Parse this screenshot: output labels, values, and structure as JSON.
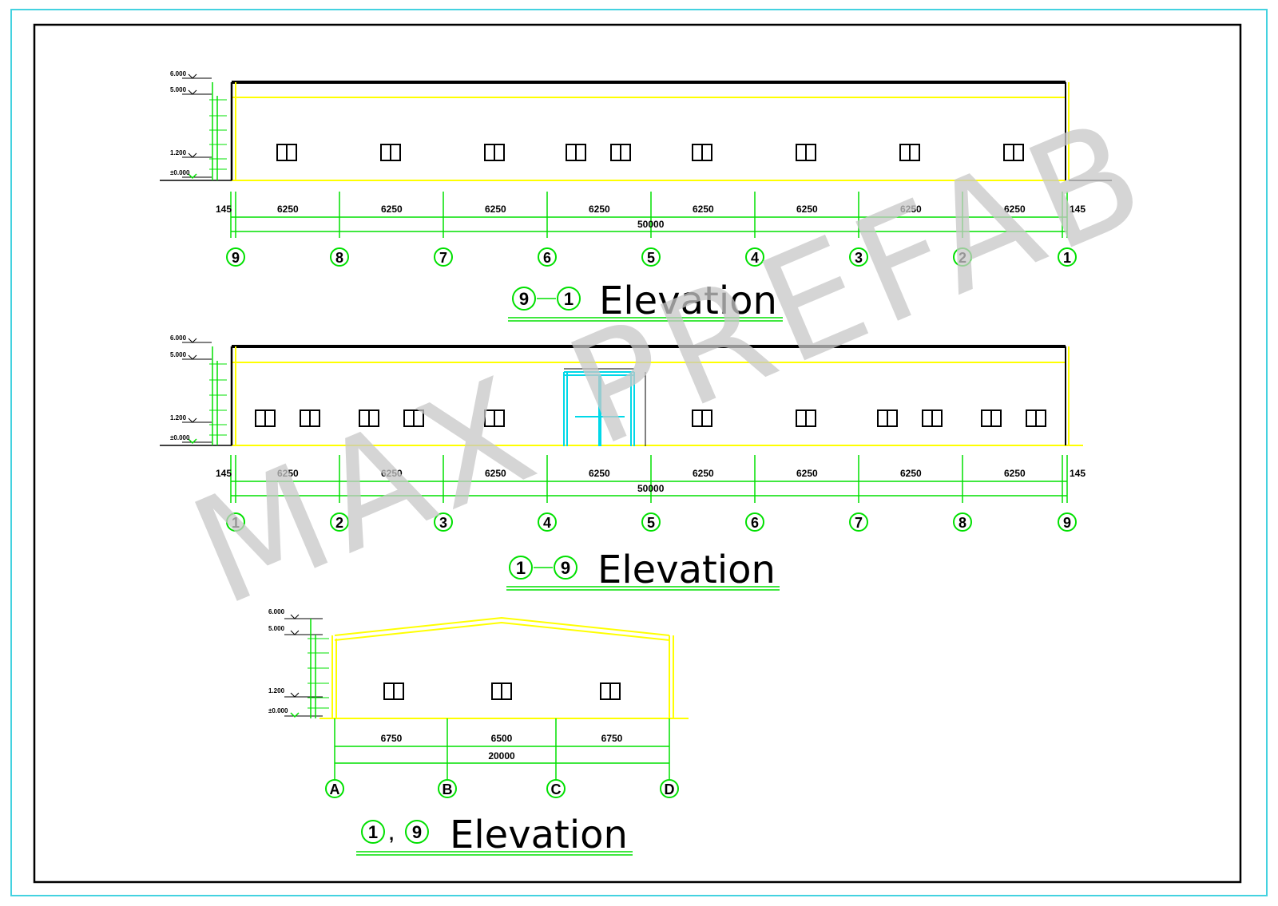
{
  "watermark": "MAX PREFAB",
  "level_labels": [
    "6.000",
    "5.000",
    "1.200",
    "±0.000"
  ],
  "colors": {
    "frame": "#44d2e0",
    "dimension": "#00e000",
    "building": "#ffff00",
    "door": "#00d8e8",
    "watermark": "#c8c8c8"
  },
  "elevations": [
    {
      "id": "9-1",
      "title_axes": [
        "9",
        "1"
      ],
      "title_text": "Elevation",
      "axes": [
        "9",
        "8",
        "7",
        "6",
        "5",
        "4",
        "3",
        "2",
        "1"
      ],
      "spans": [
        "6250",
        "6250",
        "6250",
        "6250",
        "6250",
        "6250",
        "6250",
        "6250"
      ],
      "offset_left": "145",
      "offset_right": "145",
      "total": "50000"
    },
    {
      "id": "1-9",
      "title_axes": [
        "1",
        "9"
      ],
      "title_text": "Elevation",
      "axes": [
        "1",
        "2",
        "3",
        "4",
        "5",
        "6",
        "7",
        "8",
        "9"
      ],
      "spans": [
        "6250",
        "6250",
        "6250",
        "6250",
        "6250",
        "6250",
        "6250",
        "6250"
      ],
      "offset_left": "145",
      "offset_right": "145",
      "total": "50000"
    },
    {
      "id": "1,9",
      "title_axes": [
        "1",
        "9"
      ],
      "title_text": "Elevation",
      "axes": [
        "A",
        "B",
        "C",
        "D"
      ],
      "spans": [
        "6750",
        "6500",
        "6750"
      ],
      "total": "20000"
    }
  ]
}
